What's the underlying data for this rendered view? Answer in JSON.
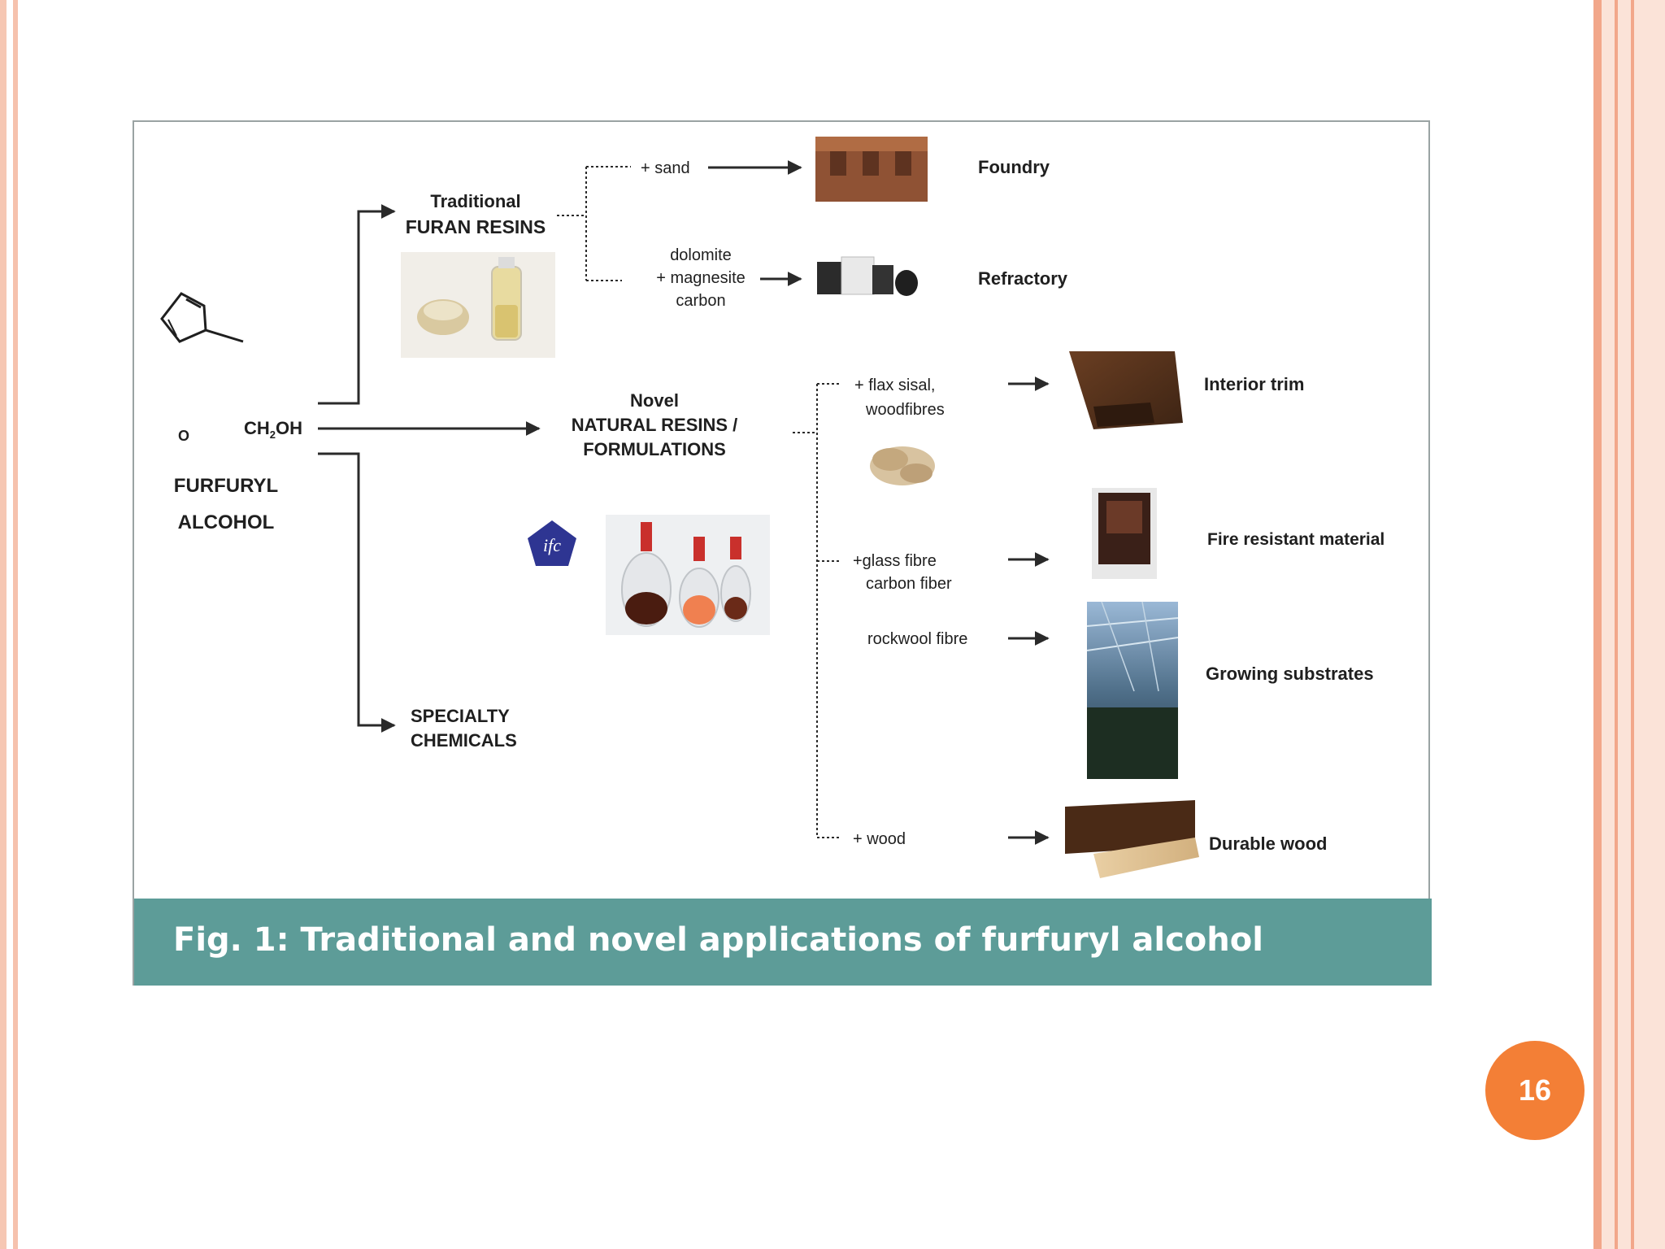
{
  "figure": {
    "caption": "Fig. 1: Traditional and novel applications of furfuryl alcohol",
    "molecule": {
      "ring_o": "O",
      "group": "CH",
      "group_sub": "2",
      "group_tail": "OH",
      "name_line1": "FURFURYL",
      "name_line2": "ALCOHOL"
    },
    "branches": {
      "traditional": {
        "line1": "Traditional",
        "line2": "FURAN RESINS"
      },
      "novel": {
        "line1": "Novel",
        "line2": "NATURAL RESINS /",
        "line3": "FORMULATIONS"
      },
      "specialty": {
        "line1": "SPECIALTY",
        "line2": "CHEMICALS"
      }
    },
    "logo_text": "ifc",
    "traditional_apps": [
      {
        "input_lines": [
          "+ sand"
        ],
        "output": "Foundry"
      },
      {
        "input_lines": [
          "dolomite",
          "+ magnesite",
          "carbon"
        ],
        "output": "Refractory"
      }
    ],
    "novel_apps": [
      {
        "input_lines": [
          "+ flax sisal,",
          "woodfibres"
        ],
        "output": "Interior trim"
      },
      {
        "input_lines": [
          "+glass fibre",
          "carbon fiber"
        ],
        "output": "Fire resistant material"
      },
      {
        "input_lines": [
          "rockwool fibre"
        ],
        "output": "Growing substrates"
      },
      {
        "input_lines": [
          "+ wood"
        ],
        "output": "Durable  wood"
      }
    ]
  },
  "page": {
    "number": "16"
  },
  "colors": {
    "caption_band": "#5d9c98",
    "badge": "#f37f36",
    "border": "#f2a78a"
  }
}
